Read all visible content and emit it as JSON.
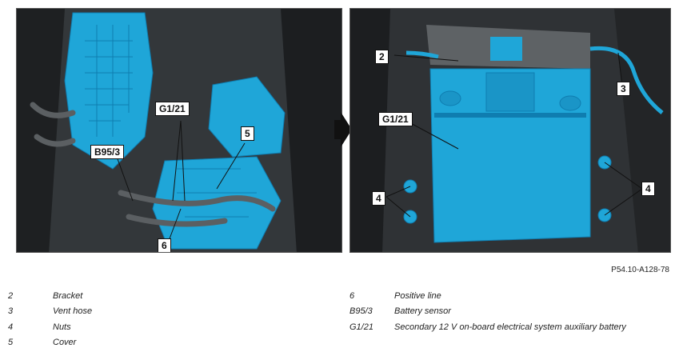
{
  "figure_id": "P54.10-A128-78",
  "left_callouts": {
    "g1_21": "G1/21",
    "b95_3": "B95/3",
    "c5": "5",
    "c6": "6"
  },
  "right_callouts": {
    "c2": "2",
    "c3": "3",
    "g1_21": "G1/21",
    "c4_left": "4",
    "c4_right": "4"
  },
  "legend_left": [
    {
      "num": "2",
      "label": "Bracket"
    },
    {
      "num": "3",
      "label": "Vent hose"
    },
    {
      "num": "4",
      "label": "Nuts"
    },
    {
      "num": "5",
      "label": "Cover"
    }
  ],
  "legend_right": [
    {
      "num": "6",
      "label": "Positive line"
    },
    {
      "num": "B95/3",
      "label": "Battery sensor"
    },
    {
      "num": "G1/21",
      "label": "Secondary 12 V on-board electrical system auxiliary battery"
    }
  ],
  "colors": {
    "highlight": "#1fa6d8",
    "highlight_dark": "#0f7db0",
    "background": "#2a2d30"
  }
}
